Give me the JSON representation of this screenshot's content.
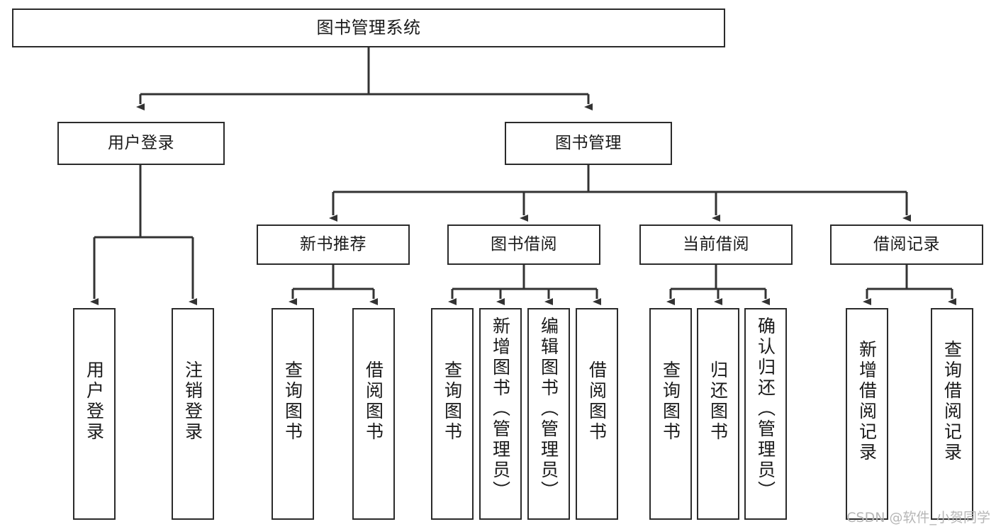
{
  "diagram": {
    "title": "图书管理系统",
    "type": "hierarchy-tree",
    "watermark": "CSDN @软件_小贺同学",
    "colors": {
      "box_border": "#2b2b2b",
      "box_fill": "#ffffff",
      "edge": "#333333",
      "text": "#1a1a1a",
      "watermark": "#b6b6b6"
    },
    "nodes": {
      "root": {
        "label": "图书管理系统",
        "level": 1
      },
      "user_login": {
        "label": "用户登录",
        "level": 2
      },
      "book_manage": {
        "label": "图书管理",
        "level": 2
      },
      "new_book_rec": {
        "label": "新书推荐",
        "level": 3
      },
      "book_borrow": {
        "label": "图书借阅",
        "level": 3
      },
      "current_borrow": {
        "label": "当前借阅",
        "level": 3
      },
      "borrow_record": {
        "label": "借阅记录",
        "level": 3
      },
      "leaf_user_login": {
        "label": "用户登录",
        "level": 4
      },
      "leaf_logout": {
        "label": "注销登录",
        "level": 4
      },
      "leaf_query_book_a": {
        "label": "查询图书",
        "level": 4
      },
      "leaf_borrow_book_a": {
        "label": "借阅图书",
        "level": 4
      },
      "leaf_query_book_b": {
        "label": "查询图书",
        "level": 4
      },
      "leaf_add_book": {
        "label": "新增图书（管理员）",
        "level": 4
      },
      "leaf_edit_book": {
        "label": "编辑图书（管理员）",
        "level": 4
      },
      "leaf_borrow_book_b": {
        "label": "借阅图书",
        "level": 4
      },
      "leaf_query_book_c": {
        "label": "查询图书",
        "level": 4
      },
      "leaf_return_book": {
        "label": "归还图书",
        "level": 4
      },
      "leaf_confirm_return": {
        "label": "确认归还（管理员）",
        "level": 4
      },
      "leaf_add_record": {
        "label": "新增借阅记录",
        "level": 4
      },
      "leaf_query_record": {
        "label": "查询借阅记录",
        "level": 4
      }
    },
    "edges": [
      {
        "from": "root",
        "to": "user_login"
      },
      {
        "from": "root",
        "to": "book_manage"
      },
      {
        "from": "user_login",
        "to": "leaf_user_login"
      },
      {
        "from": "user_login",
        "to": "leaf_logout"
      },
      {
        "from": "book_manage",
        "to": "new_book_rec"
      },
      {
        "from": "book_manage",
        "to": "book_borrow"
      },
      {
        "from": "book_manage",
        "to": "current_borrow"
      },
      {
        "from": "book_manage",
        "to": "borrow_record"
      },
      {
        "from": "new_book_rec",
        "to": "leaf_query_book_a"
      },
      {
        "from": "new_book_rec",
        "to": "leaf_borrow_book_a"
      },
      {
        "from": "book_borrow",
        "to": "leaf_query_book_b"
      },
      {
        "from": "book_borrow",
        "to": "leaf_add_book"
      },
      {
        "from": "book_borrow",
        "to": "leaf_edit_book"
      },
      {
        "from": "book_borrow",
        "to": "leaf_borrow_book_b"
      },
      {
        "from": "current_borrow",
        "to": "leaf_query_book_c"
      },
      {
        "from": "current_borrow",
        "to": "leaf_return_book"
      },
      {
        "from": "current_borrow",
        "to": "leaf_confirm_return"
      },
      {
        "from": "borrow_record",
        "to": "leaf_add_record"
      },
      {
        "from": "borrow_record",
        "to": "leaf_query_record"
      }
    ]
  }
}
